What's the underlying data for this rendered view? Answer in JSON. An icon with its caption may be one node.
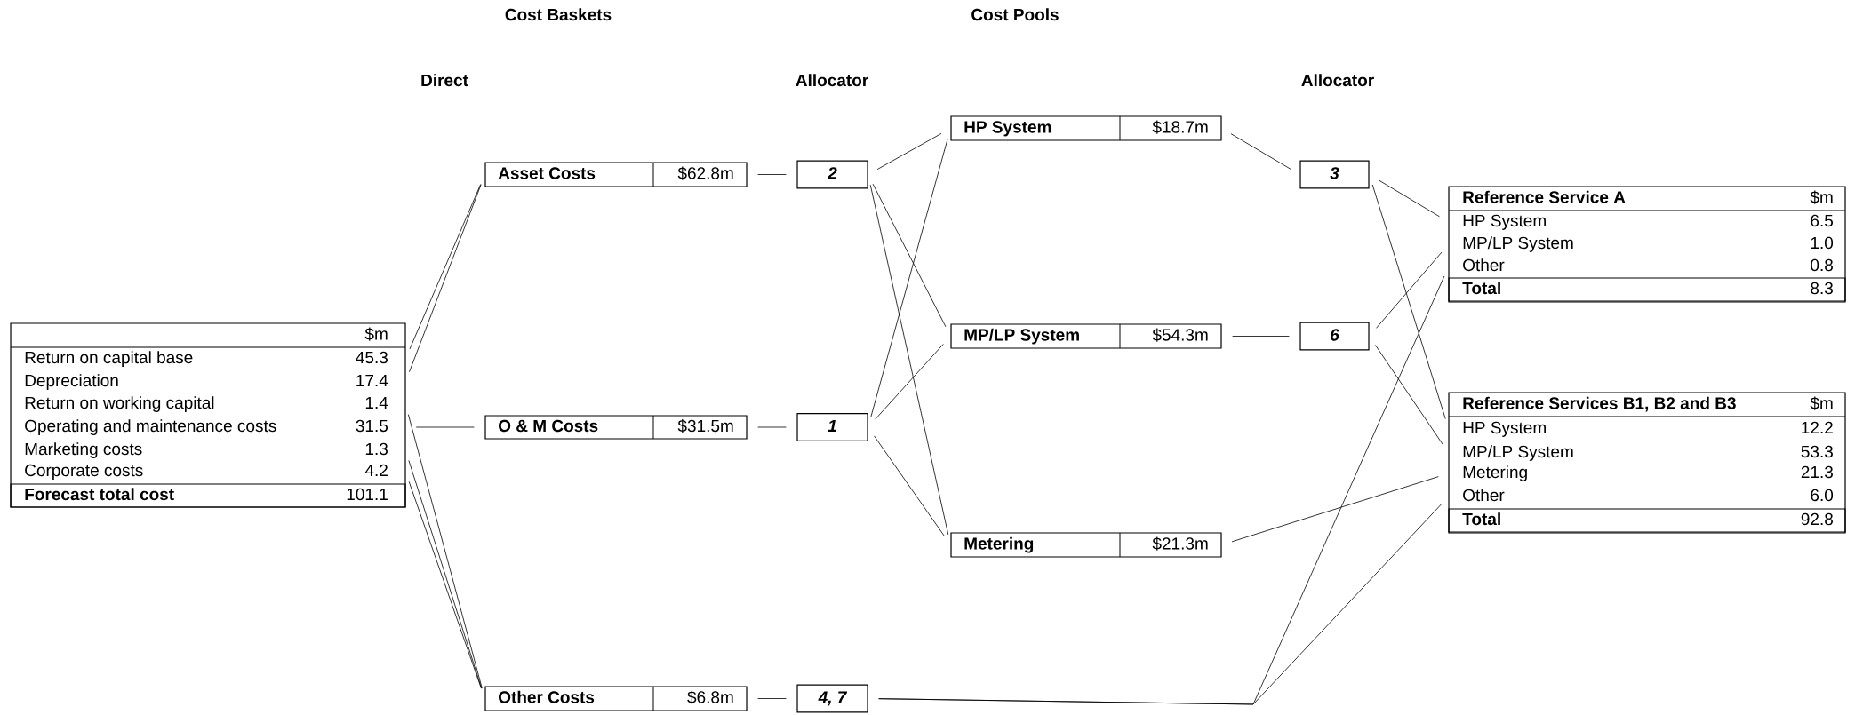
{
  "diagram": {
    "nodes": [
      {
        "text": [
          "$m"
        ]
      },
      {
        "text": [
          "Return on capital base",
          "45.3"
        ],
        "in": 0
      },
      {
        "text": [
          "Depreciation",
          "17.4"
        ],
        "in": 0
      },
      {
        "text": [
          "Return on working capital",
          "1.4"
        ],
        "in": 0
      },
      {
        "text": [
          "Operating and maintenance costs",
          "31.5"
        ],
        "in": 0
      },
      {
        "text": [
          "Marketing costs",
          "1.3"
        ],
        "in": 0
      },
      {
        "text": [
          "Corporate costs",
          "4.2"
        ],
        "in": 0
      },
      {
        "text": [
          "Forecast total cost",
          "101.1"
        ],
        "in": 0
      },
      {
        "text": [
          "Asset Costs",
          "$62.8m"
        ]
      },
      {
        "text": [
          "O & M Costs",
          "$31.5m"
        ]
      },
      {
        "text": [
          "Other Costs",
          "$6.8m"
        ]
      },
      {
        "text": [
          "2"
        ]
      },
      {
        "text": [
          "1"
        ]
      },
      {
        "text": [
          "4, 7"
        ]
      },
      {
        "text": [
          "HP System",
          "$18.7m"
        ]
      },
      {
        "text": [
          "MP/LP System",
          "$54.3m"
        ]
      },
      {
        "text": [
          "Metering",
          "$21.3m"
        ]
      },
      {
        "text": [
          "3"
        ]
      },
      {
        "text": [
          "6"
        ]
      },
      {
        "text": [
          "Reference Service A",
          "$m"
        ]
      },
      {
        "text": [
          "HP System",
          "6.5"
        ],
        "in": 19
      },
      {
        "text": [
          "MP/LP System",
          "1.0"
        ],
        "in": 19
      },
      {
        "text": [
          "Other",
          "0.8"
        ],
        "in": 19
      },
      {
        "text": [
          "Total",
          "8.3"
        ],
        "in": 19
      },
      {
        "text": [
          "Reference Services B1, B2 and B3",
          "$m"
        ]
      },
      {
        "text": [
          "HP System",
          "12.2"
        ],
        "in": 24
      },
      {
        "text": [
          "MP/LP System",
          "53.3"
        ],
        "in": 24
      },
      {
        "text": [
          "Metering",
          "21.3"
        ],
        "in": 24
      },
      {
        "text": [
          "Other",
          "6.0"
        ],
        "in": 24
      },
      {
        "text": [
          "Total",
          "92.8"
        ],
        "in": 24
      }
    ],
    "edges": [
      {
        "from": 1,
        "to": 8,
        "arrow": "none"
      },
      {
        "from": 2,
        "to": 8,
        "arrow": "none"
      },
      {
        "from": 4,
        "to": 9,
        "arrow": "none"
      },
      {
        "from": 3,
        "to": 10,
        "arrow": "none"
      },
      {
        "from": 5,
        "to": 10,
        "arrow": "none"
      },
      {
        "from": 6,
        "to": 10,
        "arrow": "none"
      },
      {
        "from": 8,
        "to": 11,
        "arrow": "none"
      },
      {
        "from": 9,
        "to": 12,
        "arrow": "none"
      },
      {
        "from": 10,
        "to": 13,
        "arrow": "none"
      },
      {
        "from": 11,
        "to": 14,
        "arrow": "none"
      },
      {
        "from": 11,
        "to": 15,
        "arrow": "none"
      },
      {
        "from": 11,
        "to": 16,
        "arrow": "none"
      },
      {
        "from": 12,
        "to": 14,
        "arrow": "none"
      },
      {
        "from": 12,
        "to": 15,
        "arrow": "none"
      },
      {
        "from": 12,
        "to": 16,
        "arrow": "none"
      },
      {
        "from": 14,
        "to": 17,
        "arrow": "none"
      },
      {
        "from": 15,
        "to": 18,
        "arrow": "none"
      },
      {
        "from": 16,
        "to": 27,
        "arrow": "none"
      },
      {
        "from": 17,
        "to": 20,
        "arrow": "none"
      },
      {
        "from": 17,
        "to": 25,
        "arrow": "none"
      },
      {
        "from": 18,
        "to": 21,
        "arrow": "none"
      },
      {
        "from": 18,
        "to": 26,
        "arrow": "none"
      },
      {
        "from": 13,
        "to": 22,
        "arrow": "none"
      },
      {
        "from": 13,
        "to": 28,
        "arrow": "none"
      }
    ],
    "labels": [
      "Cost Baskets",
      "Cost Pools",
      "Direct",
      "Allocator",
      "Allocator"
    ]
  }
}
